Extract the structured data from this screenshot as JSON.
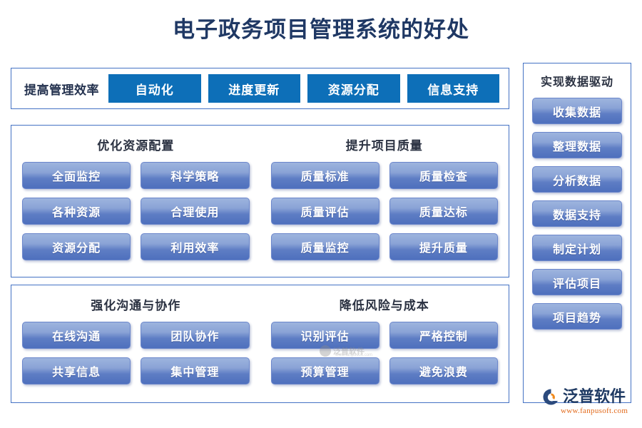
{
  "title": "电子政务项目管理系统的好处",
  "colors": {
    "title": "#1F3864",
    "panel_border": "#4472C4",
    "flat_button": "#0D6FB8",
    "chip_gradient_top": "#9DB4DE",
    "chip_gradient_bottom": "#4E70BD",
    "heading": "#2B3242",
    "logo_text": "#1F3A63",
    "logo_url": "#E2691A"
  },
  "top": {
    "label": "提高管理效率",
    "buttons": [
      "自动化",
      "进度更新",
      "资源分配",
      "信息支持"
    ]
  },
  "mid": {
    "left": {
      "title": "优化资源配置",
      "chips": [
        "全面监控",
        "科学策略",
        "各种资源",
        "合理使用",
        "资源分配",
        "利用效率"
      ]
    },
    "right": {
      "title": "提升项目质量",
      "chips": [
        "质量标准",
        "质量检查",
        "质量评估",
        "质量达标",
        "质量监控",
        "提升质量"
      ]
    }
  },
  "bottom": {
    "left": {
      "title": "强化沟通与协作",
      "chips": [
        "在线沟通",
        "团队协作",
        "共享信息",
        "集中管理"
      ]
    },
    "right": {
      "title": "降低风险与成本",
      "chips": [
        "识别评估",
        "严格控制",
        "预算管理",
        "避免浪费"
      ]
    }
  },
  "sidebar": {
    "title": "实现数据驱动",
    "chips": [
      "收集数据",
      "整理数据",
      "分析数据",
      "数据支持",
      "制定计划",
      "评估项目",
      "项目趋势"
    ]
  },
  "watermark": {
    "brand": "泛普软件",
    "url": "www.fanpusoft.com"
  }
}
